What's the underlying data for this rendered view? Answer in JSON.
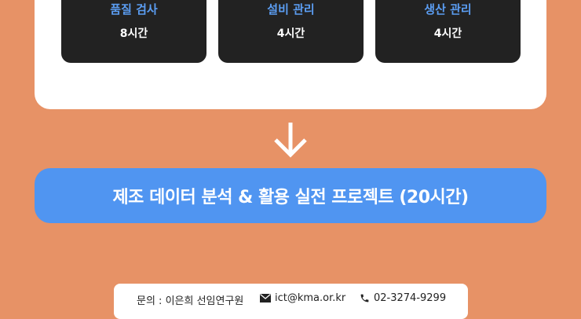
{
  "courses": [
    {
      "name": "품질 검사",
      "hours": "8시간"
    },
    {
      "name": "설비 관리",
      "hours": "4시간"
    },
    {
      "name": "생산 관리",
      "hours": "4시간"
    }
  ],
  "project": {
    "title": "제조 데이터 분석 & 활용 실전 프로젝트 (20시간)"
  },
  "contact": {
    "person": "문의 : 이은희 선임연구원",
    "email": "ict@kma.or.kr",
    "phone": "02-3274-9299"
  },
  "icons": {
    "arrow": "arrow-down-icon",
    "email": "envelope-icon",
    "phone": "phone-icon"
  },
  "colors": {
    "background": "#E79266",
    "card": "#222222",
    "accent": "#5B9DF2",
    "banner": "#5095F1"
  }
}
